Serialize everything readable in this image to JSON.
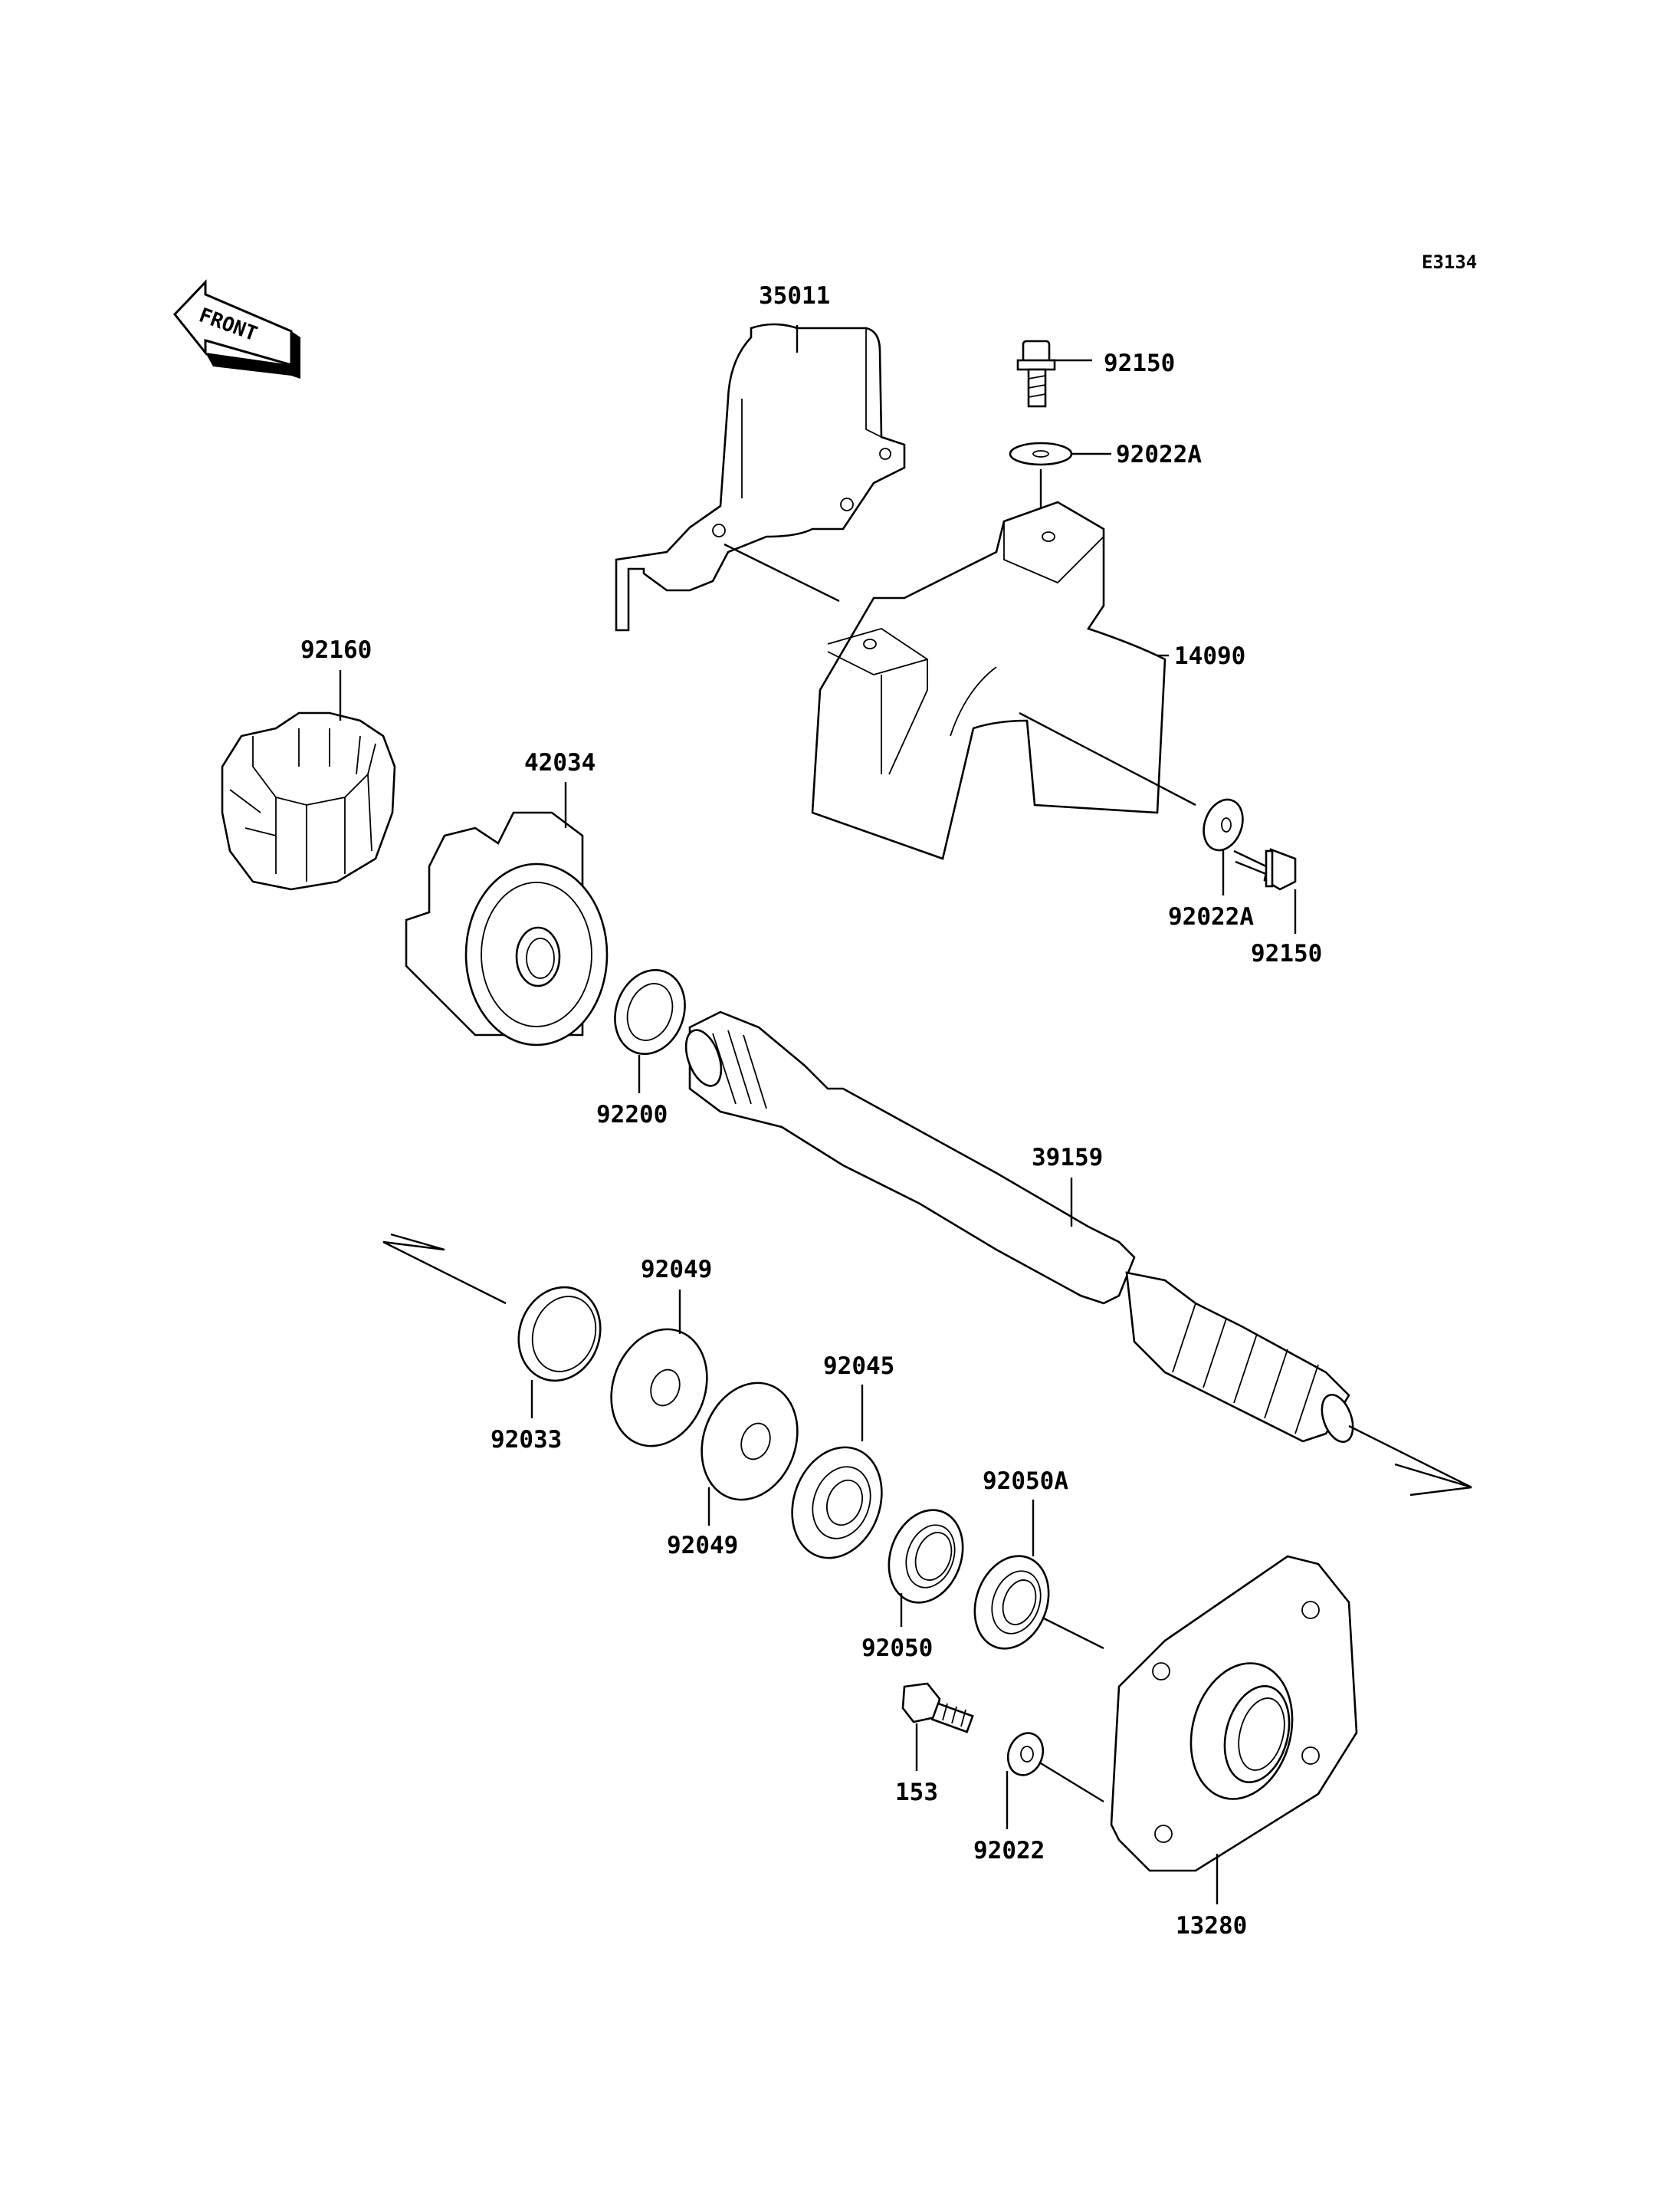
{
  "diagram": {
    "code": "E3134",
    "front_marker": "FRONT",
    "parts": [
      {
        "id": "p35011",
        "number": "35011"
      },
      {
        "id": "p92150a",
        "number": "92150"
      },
      {
        "id": "p92022A_top",
        "number": "92022A"
      },
      {
        "id": "p14090",
        "number": "14090"
      },
      {
        "id": "p92160",
        "number": "92160"
      },
      {
        "id": "p42034",
        "number": "42034"
      },
      {
        "id": "p92022A_bottom",
        "number": "92022A"
      },
      {
        "id": "p92150b",
        "number": "92150"
      },
      {
        "id": "p92200",
        "number": "92200"
      },
      {
        "id": "p39159",
        "number": "39159"
      },
      {
        "id": "p92049a",
        "number": "92049"
      },
      {
        "id": "p92045",
        "number": "92045"
      },
      {
        "id": "p92033",
        "number": "92033"
      },
      {
        "id": "p92049b",
        "number": "92049"
      },
      {
        "id": "p92050A",
        "number": "92050A"
      },
      {
        "id": "p92050",
        "number": "92050"
      },
      {
        "id": "p153",
        "number": "153"
      },
      {
        "id": "p92022",
        "number": "92022"
      },
      {
        "id": "p13280",
        "number": "13280"
      }
    ]
  }
}
